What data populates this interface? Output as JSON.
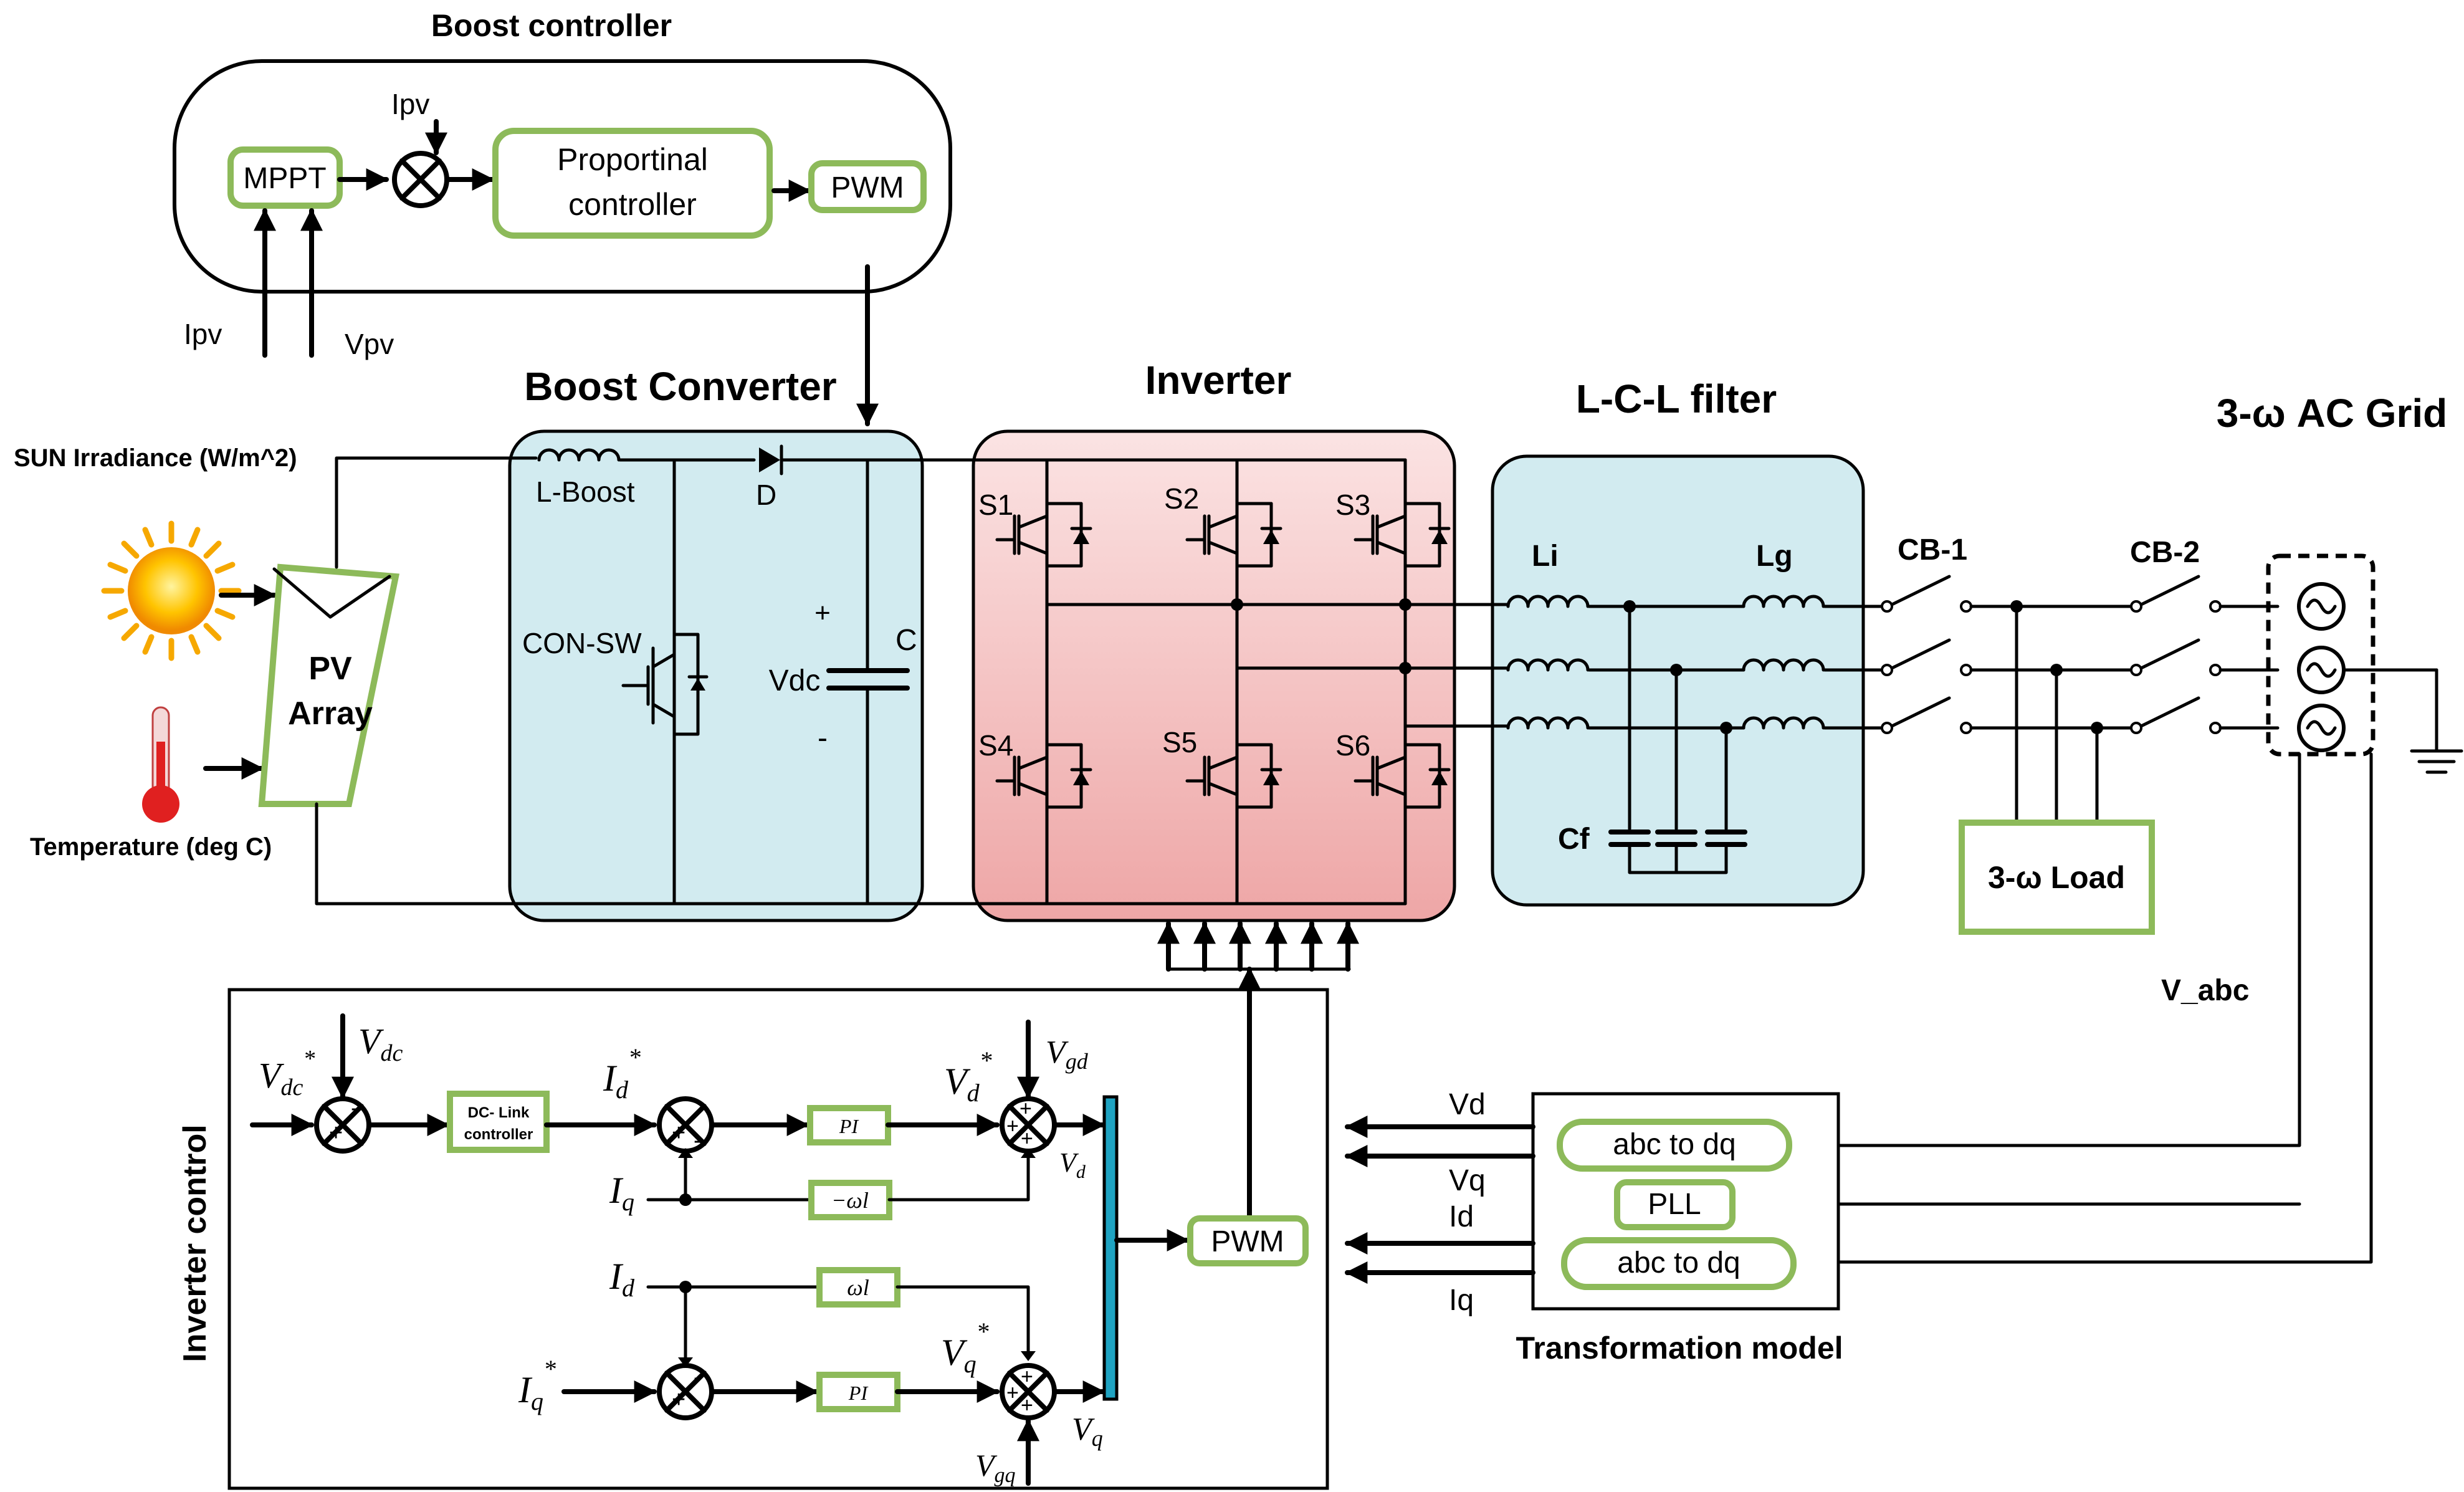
{
  "colors": {
    "boost_panel": "#d2ebf0",
    "inverter_panel": "#f3c3c3",
    "filter_panel": "#d2ebf0",
    "block_border": "#8dba5a",
    "bus_bar": "#1fa3c2",
    "sun": "#f6a800",
    "thermometer": "#e02020"
  },
  "boost_controller": {
    "title": "Boost controller",
    "mppt": "MPPT",
    "ipv_top": "Ipv",
    "ipv_in": "Ipv",
    "vpv_in": "Vpv",
    "prop_line1": "Proportinal",
    "prop_line2": "controller",
    "pwm": "PWM"
  },
  "inputs": {
    "sun_label": "SUN Irradiance (W/m^2)",
    "temp_label": "Temperature (deg C)",
    "pv_line1": "PV",
    "pv_line2": "Array"
  },
  "boost_converter": {
    "title": "Boost Converter",
    "inductor": "L-Boost",
    "diode": "D",
    "switch": "CON-SW",
    "plus": "+",
    "vdc": "Vdc",
    "minus": "-",
    "cap": "C"
  },
  "inverter": {
    "title": "Inverter",
    "switches": [
      "S1",
      "S2",
      "S3",
      "S4",
      "S5",
      "S6"
    ]
  },
  "filter": {
    "title": "L-C-L filter",
    "li": "Li",
    "lg": "Lg",
    "cf": "Cf"
  },
  "grid": {
    "cb1": "CB-1",
    "cb2": "CB-2",
    "title": "3-ω AC Grid",
    "load": "3-ω Load",
    "vabc": "V_abc"
  },
  "transformation": {
    "title": "Transformation model",
    "abc_dq_1": "abc to dq",
    "pll": "PLL",
    "abc_dq_2": "abc to dq",
    "vd": "Vd",
    "vq": "Vq",
    "id": "Id",
    "iq": "Iq"
  },
  "inverter_control": {
    "title": "Inverter control",
    "vdc_ref": "V",
    "vdc_ref_sub": "dc",
    "vdc_meas": "V",
    "vdc_meas_sub": "dc",
    "dclink_line1": "DC- Link",
    "dclink_line2": "controller",
    "id_ref": "I",
    "id_ref_sub": "d",
    "iq_meas": "I",
    "iq_meas_sub": "q",
    "id_meas": "I",
    "id_meas_sub": "d",
    "iq_ref": "I",
    "iq_ref_sub": "q",
    "pi_1": "PI",
    "pi_2": "PI",
    "minus_wl": "−ωl",
    "wl": "ωl",
    "vd_ref": "V",
    "vd_ref_sub": "d",
    "vgd": "V",
    "vgd_sub": "gd",
    "vd_out": "V",
    "vd_out_sub": "d",
    "vq_ref": "V",
    "vq_ref_sub": "q",
    "vgq": "V",
    "vgq_sub": "gq",
    "vq_out": "V",
    "vq_out_sub": "q",
    "star": "*",
    "pwm": "PWM"
  },
  "sign": {
    "plus": "+",
    "minus": "-"
  }
}
